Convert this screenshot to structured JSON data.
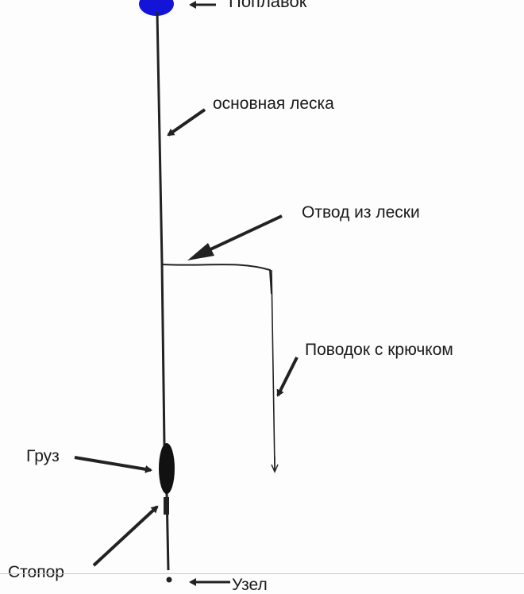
{
  "labels": {
    "float": "Поплавок",
    "main_line": "основная леска",
    "branch": "Отвод из лески",
    "leader": "Поводок с крючком",
    "weight": "Груз",
    "stopper": "Стопор",
    "knot": "Узел"
  },
  "colors": {
    "float": "#1414d8",
    "line": "#222222",
    "background": "#fdfdfd"
  }
}
